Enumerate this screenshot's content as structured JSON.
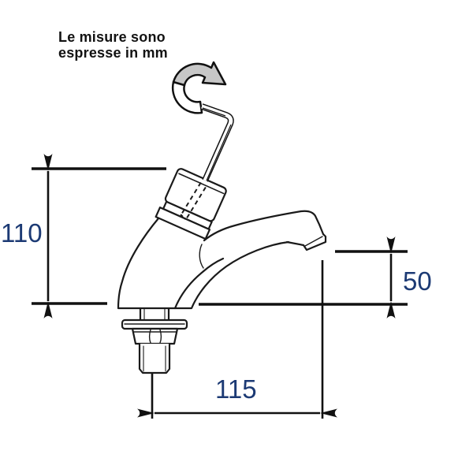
{
  "note": {
    "line1": "Le misure sono",
    "line2": "espresse in mm"
  },
  "dimensions": {
    "overall_height": {
      "value": "110",
      "unit": "mm"
    },
    "outlet_height": {
      "value": "50",
      "unit": "mm"
    },
    "reach": {
      "value": "115",
      "unit": "mm"
    }
  },
  "colors": {
    "background": "#ffffff",
    "line_color": "#111111",
    "dimension_text": "#1c3a74",
    "rotation_arrow_fill": "#c7c7c7"
  }
}
